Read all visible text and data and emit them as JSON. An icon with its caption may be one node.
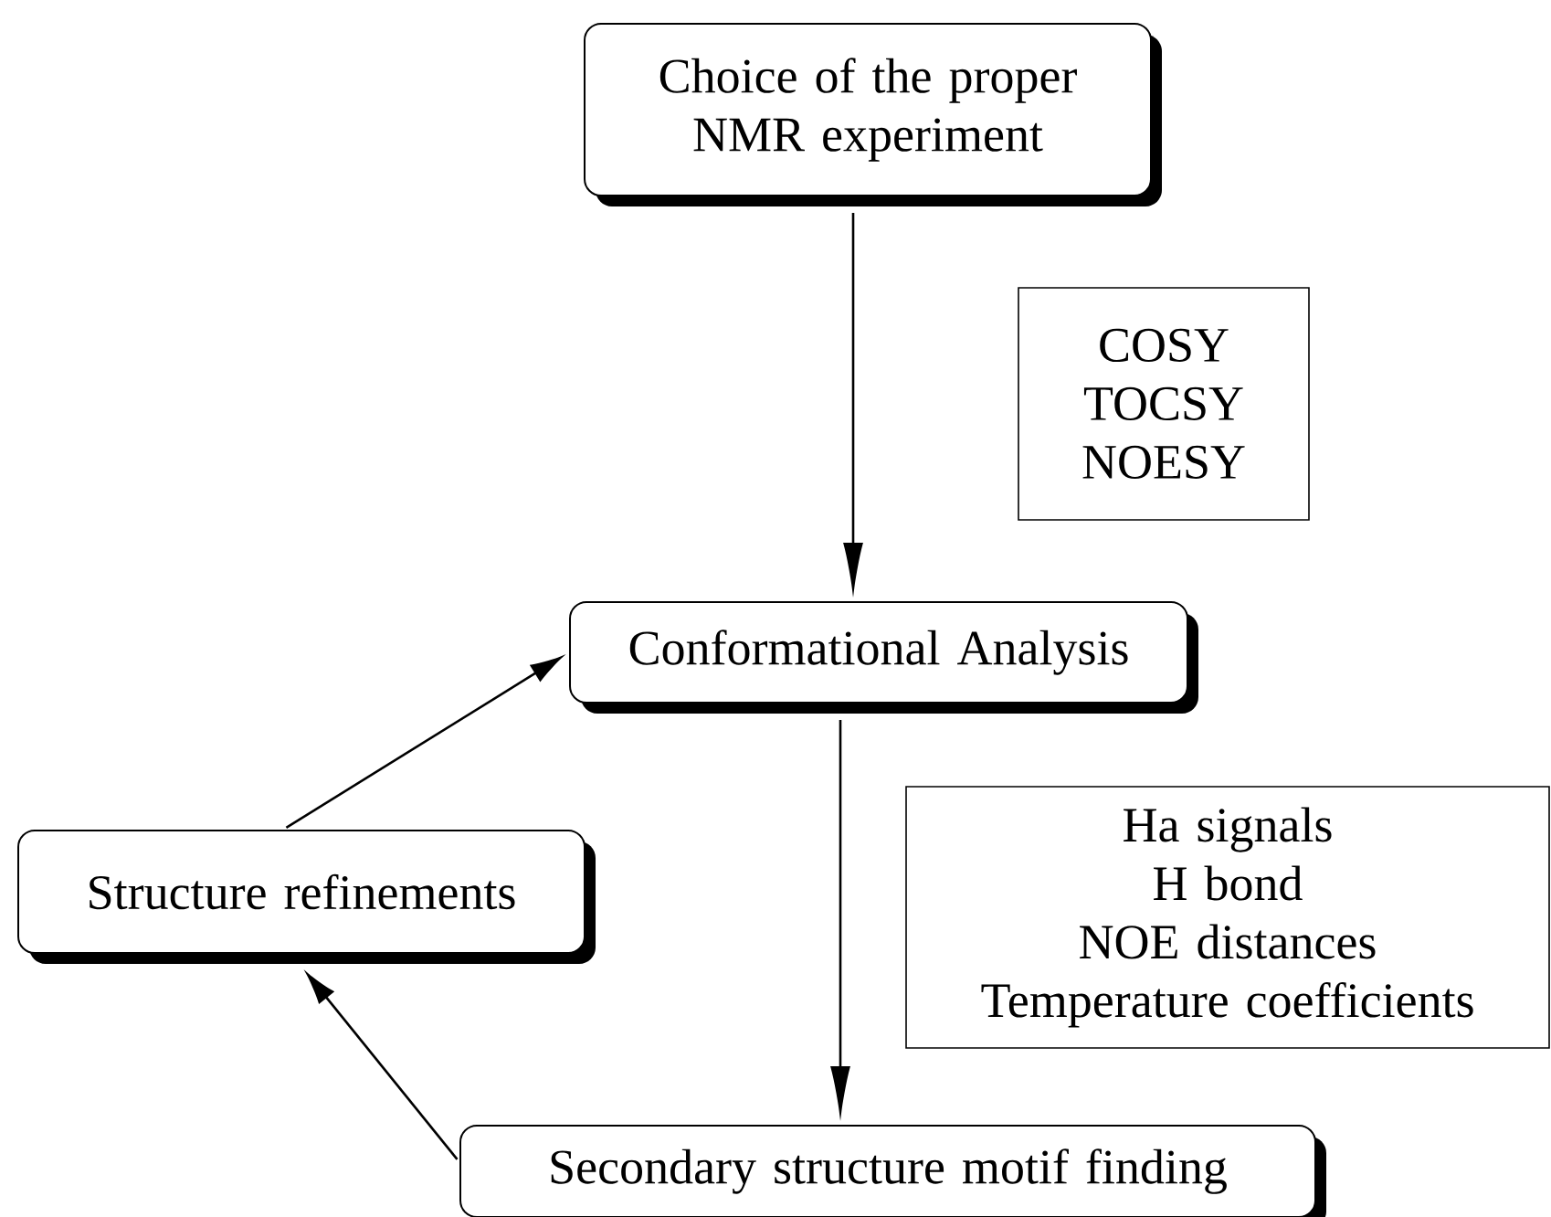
{
  "diagram": {
    "nodes": [
      {
        "text": [
          "Choice of the proper NMR experiment"
        ]
      },
      {
        "text": [
          "COSY",
          "TOCSY",
          "NOESY"
        ]
      },
      {
        "text": [
          "Conformational Analysis"
        ]
      },
      {
        "text": [
          "Ha signals",
          "H bond",
          "NOE distances",
          "Temperature coefficients"
        ]
      },
      {
        "text": [
          "Structure refinements"
        ]
      },
      {
        "text": [
          "Secondary structure motif finding"
        ]
      }
    ],
    "edges": [
      {
        "from": 0,
        "to": 2,
        "arrow": "to"
      },
      {
        "from": 2,
        "to": 5,
        "arrow": "to"
      },
      {
        "from": 5,
        "to": 4,
        "arrow": "to"
      },
      {
        "from": 4,
        "to": 2,
        "arrow": "to"
      }
    ]
  }
}
